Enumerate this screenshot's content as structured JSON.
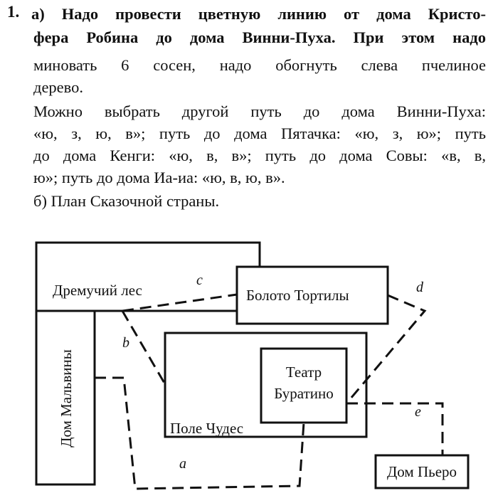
{
  "task": {
    "number": "1.",
    "lines": [
      "а) Надо провести цветную линию от дома Кристо-",
      "фера Робина до дома Винни-Пуха. При этом надо",
      "миновать 6 сосен, надо обогнуть слева пчелиное",
      "дерево.",
      "Можно выбрать другой путь до дома Винни-Пуха:",
      "«ю, з, ю, в»; путь до дома Пятачка: «ю, з, ю»; путь",
      "до дома Кенги: «ю, в, в»; путь до дома Совы: «в, в,",
      "ю»; путь до дома Иа-иа: «ю, в, ю, в».",
      "б) План Сказочной страны."
    ]
  },
  "diagram": {
    "places": {
      "forest": "Дремучий лес",
      "swamp": "Болото Тортилы",
      "malvina": "Дом Мальвины",
      "field": "Поле Чудес",
      "theatre_1": "Театр",
      "theatre_2": "Буратино",
      "pierrot": "Дом Пьеро"
    },
    "paths": {
      "a": "a",
      "b": "b",
      "c": "c",
      "d": "d",
      "e": "e"
    }
  }
}
